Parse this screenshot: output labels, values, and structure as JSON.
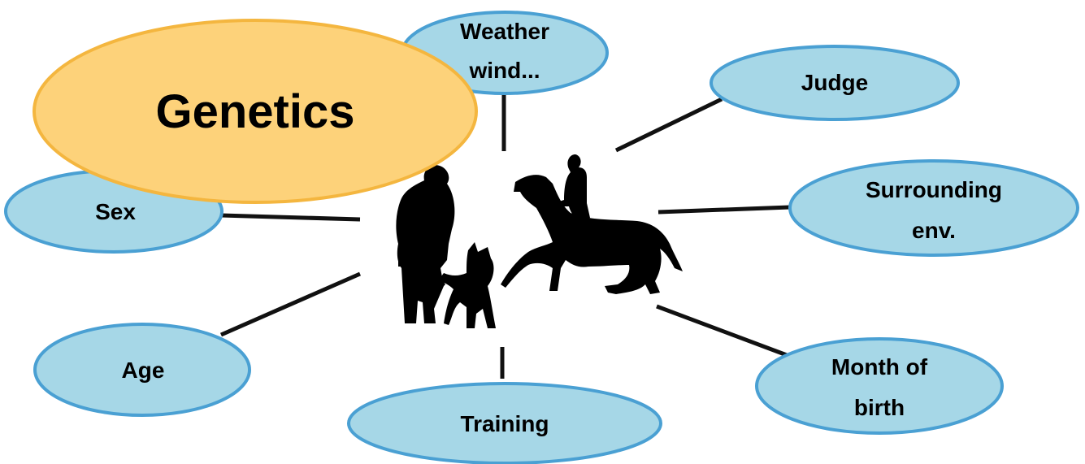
{
  "colors": {
    "bubble_fill": "#a6d7e7",
    "bubble_stroke": "#4aa0d3",
    "main_fill": "#fdd27a",
    "main_stroke": "#f4b63f",
    "connector": "#111111",
    "silhouette": "#000000"
  },
  "nodes": {
    "genetics": "Genetics",
    "weather": {
      "line1": "Weather",
      "line2": "wind..."
    },
    "judge": "Judge",
    "sex": "Sex",
    "surrounding": {
      "line1": "Surrounding",
      "line2": "env."
    },
    "age": "Age",
    "month_of_birth": {
      "line1": "Month of",
      "line2": "birth"
    },
    "training": "Training"
  },
  "central_image": {
    "icons": [
      "handler-silhouette-icon",
      "dog-silhouette-icon",
      "horse-and-rider-silhouette-icon"
    ]
  }
}
